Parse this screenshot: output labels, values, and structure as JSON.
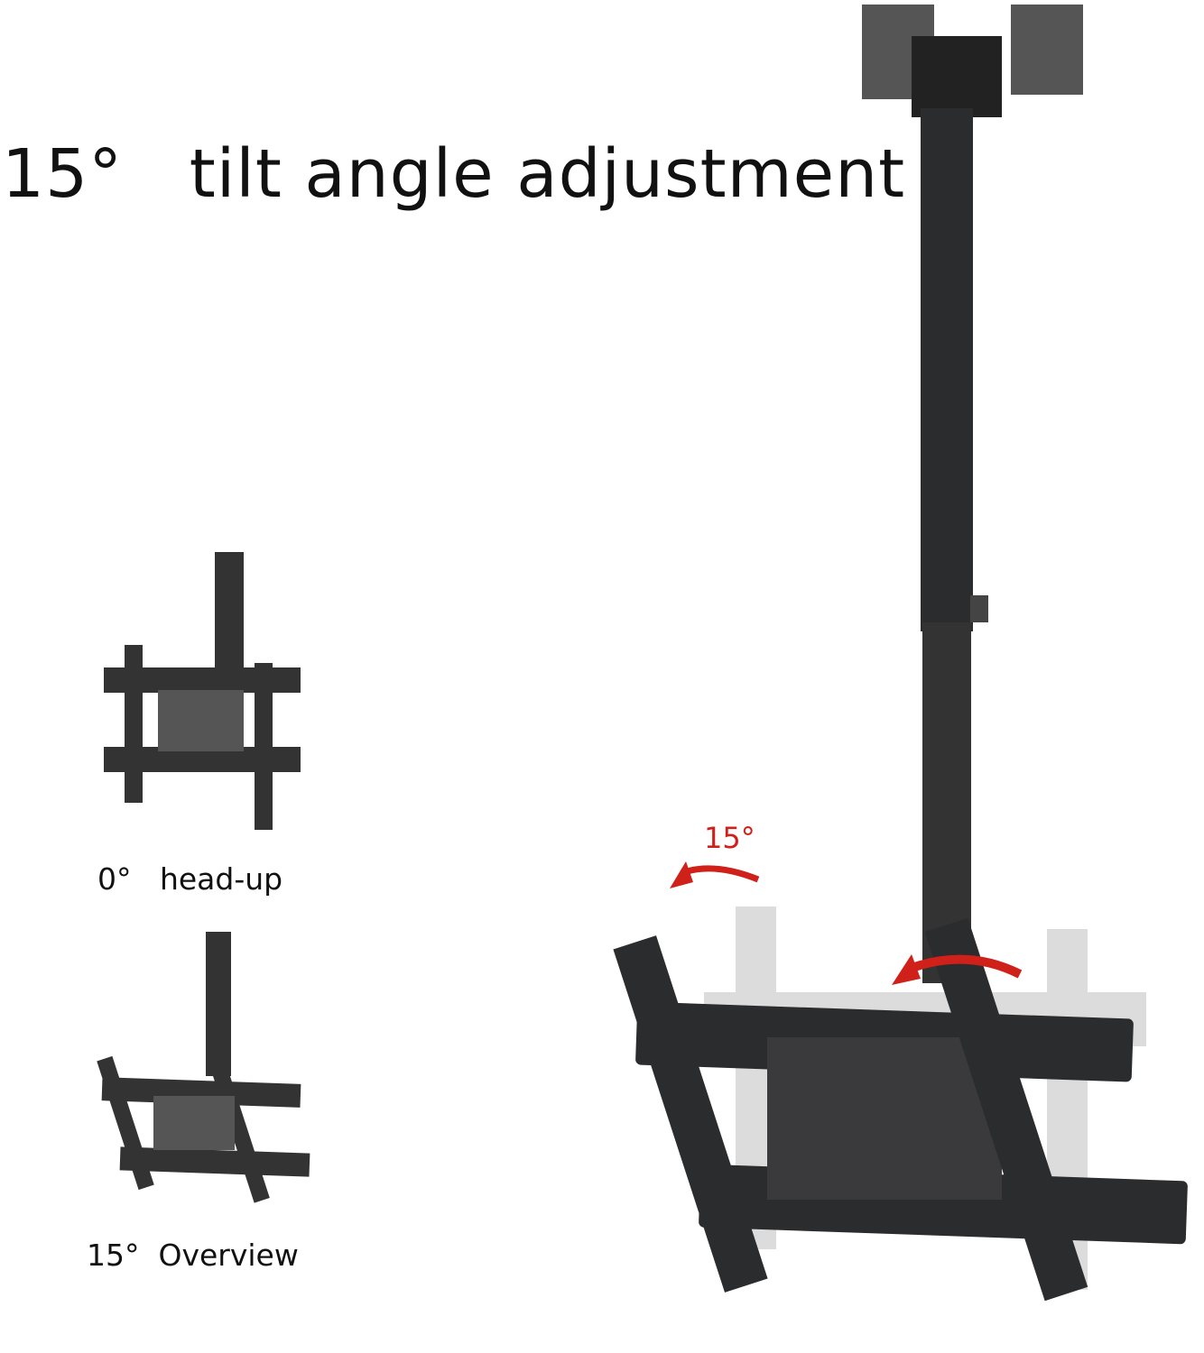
{
  "title": "15°   tilt angle adjustment",
  "thumbnails": [
    {
      "caption": "0°   head-up"
    },
    {
      "caption": "15°  Overview"
    }
  ],
  "main_image": {
    "angle_label": "15°",
    "arrow_color": "#d0201a"
  },
  "colors": {
    "metal": "#2b2c2e",
    "ghost": "#d9d9d9"
  }
}
